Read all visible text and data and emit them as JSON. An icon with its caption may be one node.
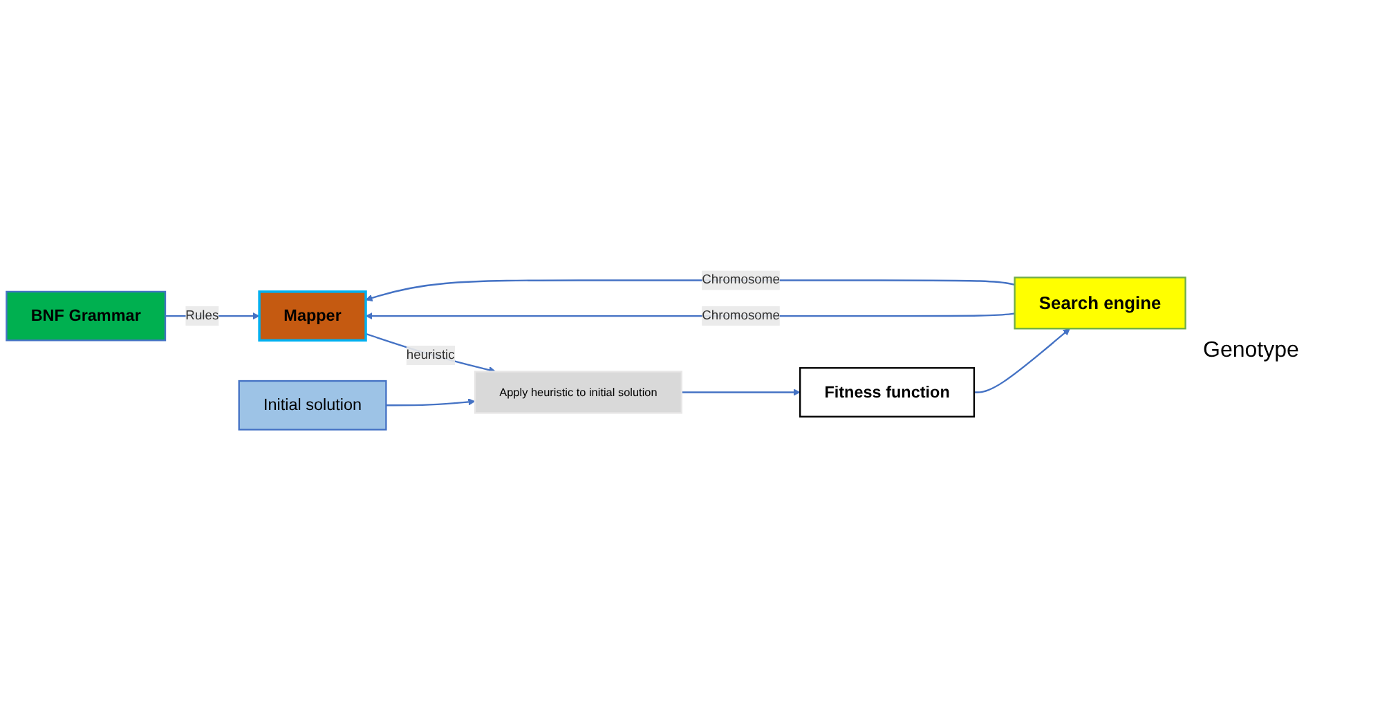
{
  "diagram": {
    "nodes": [
      {
        "text": [
          "BNF Grammar"
        ]
      },
      {
        "text": [
          "Mapper"
        ]
      },
      {
        "text": [
          "Initial solution"
        ]
      },
      {
        "text": [
          "Search engine"
        ]
      },
      {
        "text": [
          "Apply heuristic to initial solution"
        ]
      },
      {
        "text": [
          "Fitness function"
        ]
      }
    ],
    "edges": [
      {
        "from": 0,
        "to": 1,
        "arrow": "to",
        "label": "Rules"
      },
      {
        "from": 3,
        "to": 1,
        "arrow": "to",
        "label": "Chromosome"
      },
      {
        "from": 3,
        "to": 1,
        "arrow": "to",
        "label": "Chromosome"
      },
      {
        "from": 1,
        "to": 4,
        "arrow": "to",
        "label": "heuristic"
      },
      {
        "from": 2,
        "to": 4,
        "arrow": "to"
      },
      {
        "from": 4,
        "to": 5,
        "arrow": "to"
      },
      {
        "from": 5,
        "to": 3,
        "arrow": "to"
      }
    ],
    "labels": [
      "Genotype"
    ]
  }
}
